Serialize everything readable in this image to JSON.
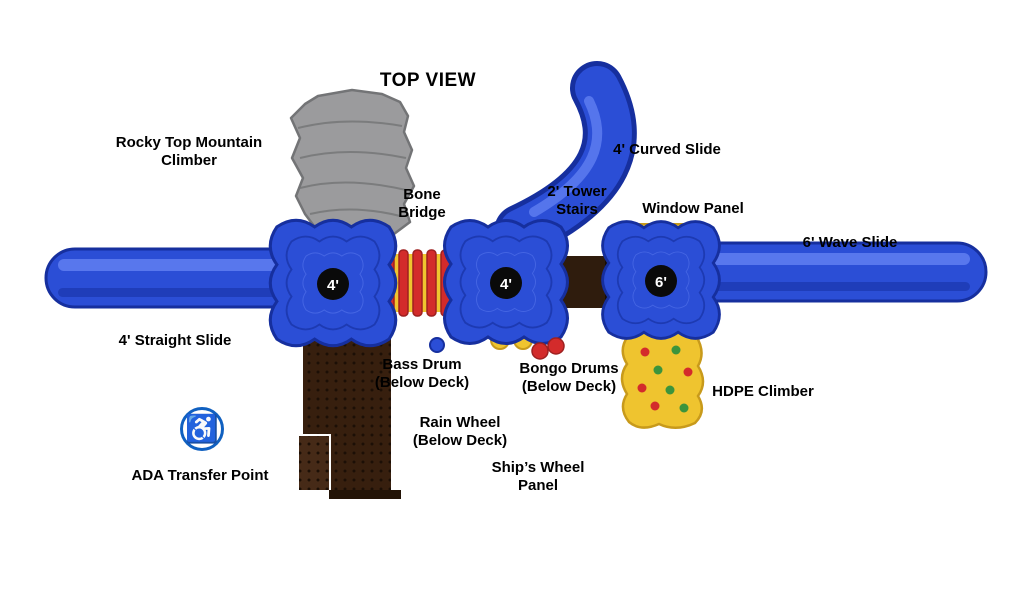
{
  "title": "TOP VIEW",
  "decks": [
    {
      "size_label": "4'"
    },
    {
      "size_label": "4'"
    },
    {
      "size_label": "6'"
    }
  ],
  "labels": {
    "rocky_top": "Rocky Top Mountain\nClimber",
    "bone_bridge": "Bone\nBridge",
    "curved_slide": "4' Curved Slide",
    "tower_stairs": "2' Tower\nStairs",
    "window_panel": "Window Panel",
    "wave_slide": "6' Wave Slide",
    "straight_slide": "4' Straight Slide",
    "bass_drum": "Bass Drum\n(Below Deck)",
    "bongo_drums": "Bongo Drums\n(Below Deck)",
    "hdpe_climber": "HDPE Climber",
    "rain_wheel": "Rain Wheel\n(Below Deck)",
    "ships_wheel": "Ship’s Wheel\nPanel",
    "ada_transfer": "ADA Transfer Point"
  },
  "icons": {
    "ada_icon": "♿"
  },
  "colors": {
    "slide_blue": "#2b4ed6",
    "slide_outline": "#162f9e",
    "slide_highlight": "#5d7cf0",
    "slide_shadow": "#1d3ab2",
    "rock_gray": "#9b9b9d",
    "rock_outline": "#737476",
    "ramp_brown": "#371f0e",
    "ramp_brown_light": "#462a17",
    "ramp_dark": "#221306",
    "ramp_dot": "#1c0f06",
    "panel_yellow": "#efc42f",
    "panel_outline": "#c89a1b",
    "drum_red": "#d32b2b",
    "red_outline": "#9e2020",
    "dot_green": "#3c943c",
    "stair_brown": "#2f1c0d",
    "stair_dark": "#170d05",
    "deck_badge": "#0a0a0a",
    "ada_blue": "#1060c0"
  }
}
